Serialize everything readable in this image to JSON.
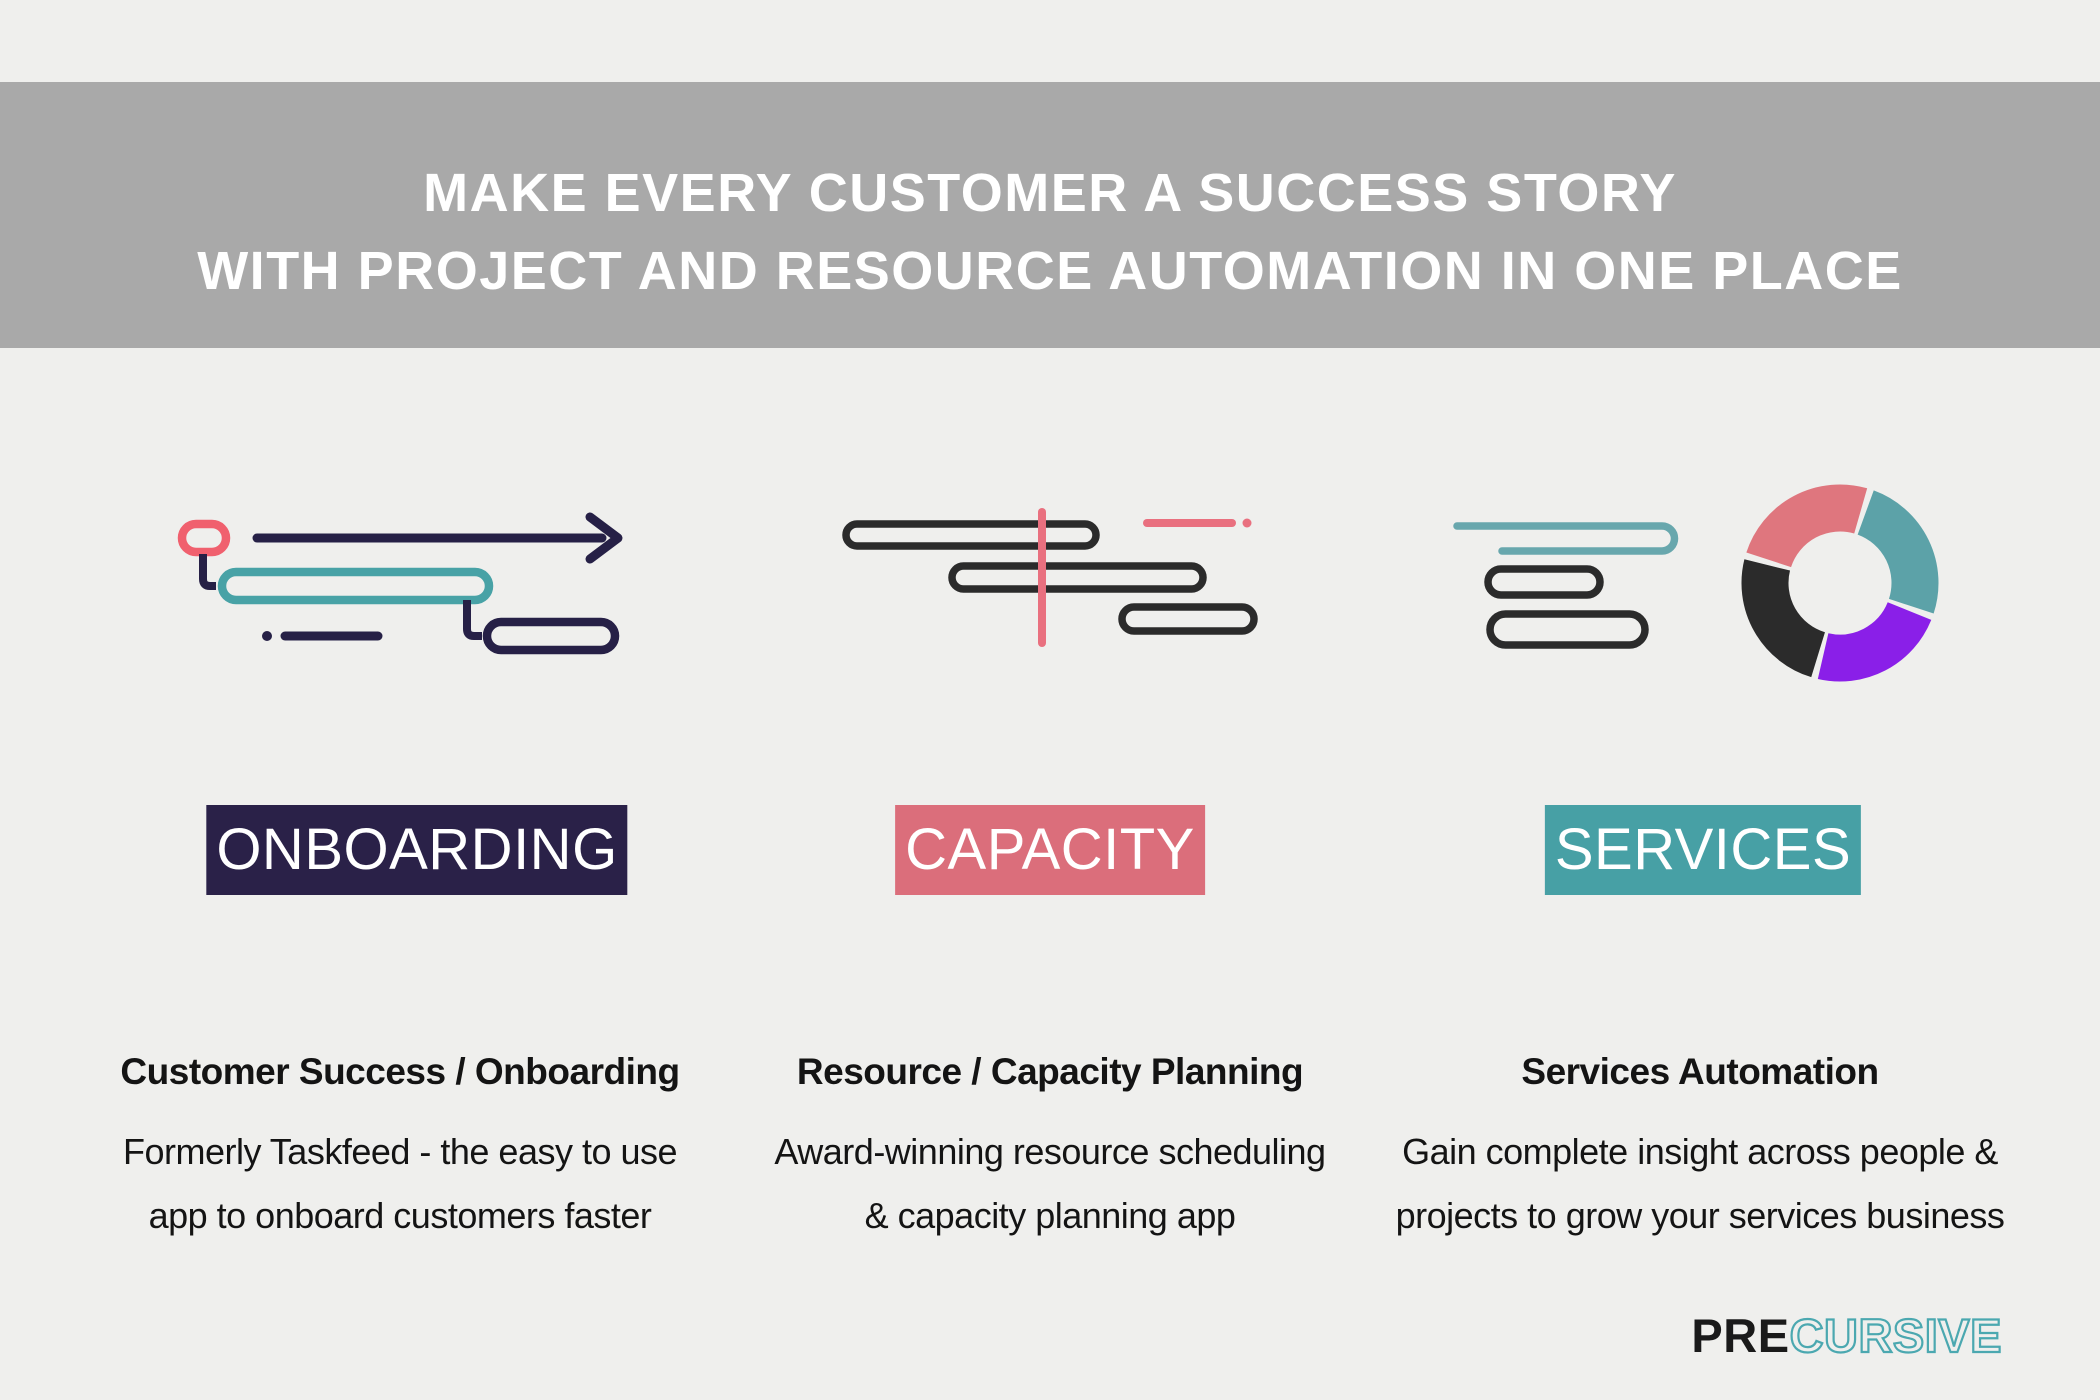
{
  "page": {
    "background": "#EFEFED"
  },
  "banner": {
    "background": "#A9A9A9",
    "text_color": "#FFFFFF",
    "line1": "MAKE EVERY CUSTOMER A SUCCESS STORY",
    "line2": "WITH PROJECT AND RESOURCE AUTOMATION IN ONE PLACE"
  },
  "columns": [
    {
      "id": "onboarding",
      "icon": "gantt-arrow-icon",
      "badge": {
        "label": "ONBOARDING",
        "background": "#2A2148",
        "text_color": "#FFFFFF"
      },
      "title": "Customer Success / Onboarding",
      "description_line1": "Formerly Taskfeed - the easy to use",
      "description_line2": "app to onboard customers faster"
    },
    {
      "id": "capacity",
      "icon": "gantt-timeline-icon",
      "badge": {
        "label": "CAPACITY",
        "background": "#DB6E7B",
        "text_color": "#FFFFFF"
      },
      "title": "Resource / Capacity Planning",
      "description_line1": "Award-winning resource scheduling",
      "description_line2": "& capacity planning app"
    },
    {
      "id": "services",
      "icon": "task-list-donut-chart-icon",
      "badge": {
        "label": "SERVICES",
        "background": "#47A0A5",
        "text_color": "#FFFFFF"
      },
      "title": "Services Automation",
      "description_line1": "Gain complete insight across people &",
      "description_line2": "projects to grow your services business"
    }
  ],
  "icon_palette": {
    "navy": "#262046",
    "pink": "#F0606E",
    "teal": "#48A2A6",
    "black": "#2B2B2B",
    "soft_pink": "#E9707F",
    "light_teal": "#68A7AD",
    "donut_pink": "#DF767E",
    "donut_teal": "#5CA2A8",
    "donut_purple": "#8A1FE8",
    "donut_black": "#2B2B2B"
  },
  "donut_segments": [
    {
      "color_name": "teal",
      "from_deg": 20,
      "to_deg": 108
    },
    {
      "color_name": "purple",
      "from_deg": 112,
      "to_deg": 193
    },
    {
      "color_name": "black",
      "from_deg": 197,
      "to_deg": 284
    },
    {
      "color_name": "pink",
      "from_deg": 288,
      "to_deg": 376
    }
  ],
  "logo": {
    "part1": "PRE",
    "part2": "CURSIVE",
    "part1_color": "#1A1A1A",
    "part2_color": "#4BA8B0"
  }
}
